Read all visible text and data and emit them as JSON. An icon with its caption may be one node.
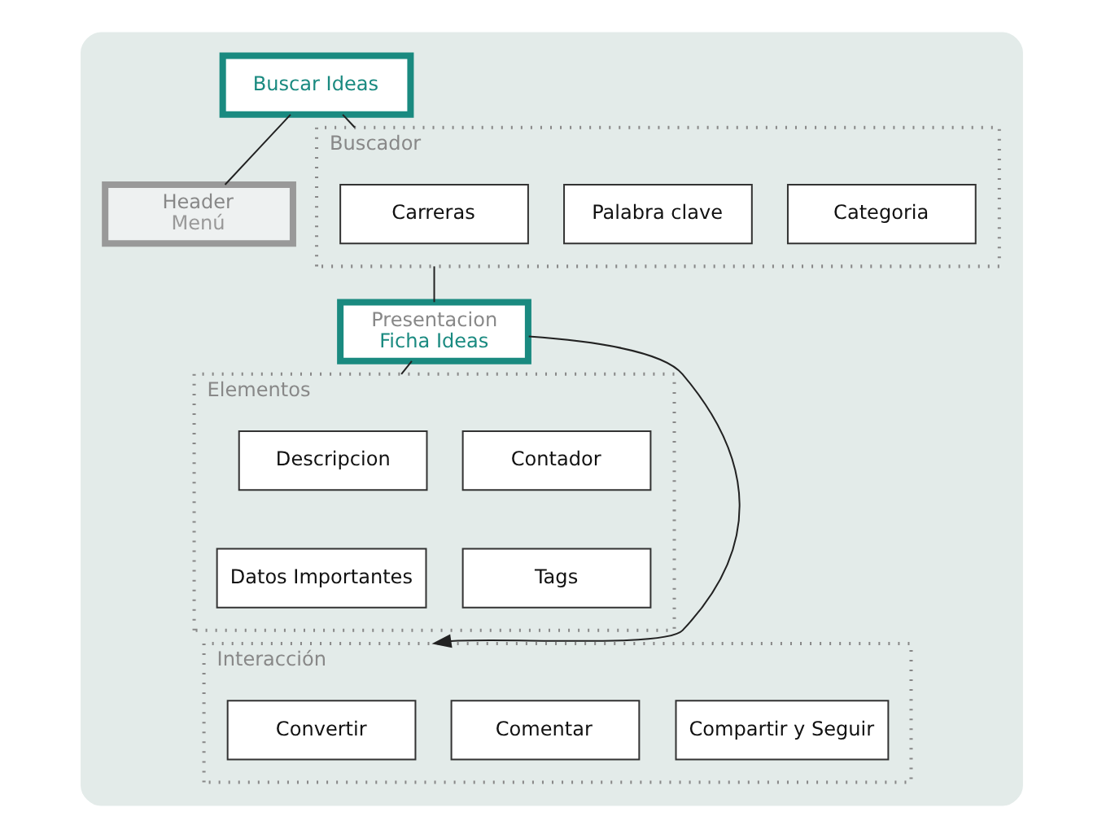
{
  "diagram": {
    "nodes": [
      {
        "text": [],
        "shape": "box"
      },
      {
        "text": [
          "Buscar Ideas"
        ],
        "in": 0
      },
      {
        "text": [
          "Header",
          "Menú"
        ],
        "in": 0
      },
      {
        "text": [
          "Buscador"
        ],
        "in": 0
      },
      {
        "text": [
          "Carreras"
        ],
        "in": 3
      },
      {
        "text": [
          "Palabra clave"
        ],
        "in": 3
      },
      {
        "text": [
          "Categoria"
        ],
        "in": 3
      },
      {
        "text": [
          "Presentacion",
          "Ficha Ideas"
        ],
        "in": 0
      },
      {
        "text": [
          "Elementos"
        ],
        "in": 0
      },
      {
        "text": [
          "Descripcion"
        ],
        "in": 8
      },
      {
        "text": [
          "Contador"
        ],
        "in": 8
      },
      {
        "text": [
          "Datos Importantes"
        ],
        "in": 8
      },
      {
        "text": [
          "Tags"
        ],
        "in": 8
      },
      {
        "text": [
          "Interacción"
        ],
        "in": 0
      },
      {
        "text": [
          "Convertir"
        ],
        "in": 13
      },
      {
        "text": [
          "Comentar"
        ],
        "in": 13
      },
      {
        "text": [
          "Compartir y Seguir"
        ],
        "in": 13
      }
    ],
    "edges": [
      {
        "from": 1,
        "to": 2,
        "arrow": "none"
      },
      {
        "from": 1,
        "to": 3,
        "arrow": "none"
      },
      {
        "from": 3,
        "to": 7,
        "arrow": "none"
      },
      {
        "from": 7,
        "to": 8,
        "arrow": "none"
      },
      {
        "from": 7,
        "to": 13,
        "arrow": "to"
      }
    ]
  }
}
